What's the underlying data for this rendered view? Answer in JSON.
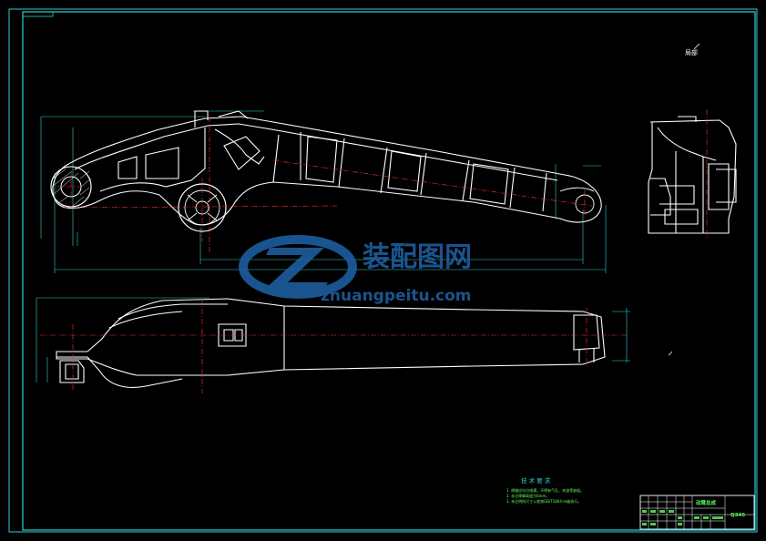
{
  "view_label": "局部",
  "watermark": {
    "brand": "装配图网",
    "url": "zhuangpeitu.com",
    "color": "#1d5e9e"
  },
  "tech_requirements": {
    "title": "技 术 要 求",
    "items": [
      "1. 焊缝应均匀饱满，不得有气孔、夹渣等缺陷。",
      "2. 未注焊脚高度为6mm。",
      "3. 未注明的尺寸公差按GB/T1804-m级执行。"
    ]
  },
  "title_block": {
    "drawing_name": "动臂总成",
    "material": "Q345"
  },
  "colors": {
    "frame": "#2fd0d0",
    "outline": "#ffffff",
    "center_line": "#ff3030",
    "dimension": "#2fd0d0",
    "text_green": "#5fff5f",
    "hatch": "#ffffff"
  }
}
